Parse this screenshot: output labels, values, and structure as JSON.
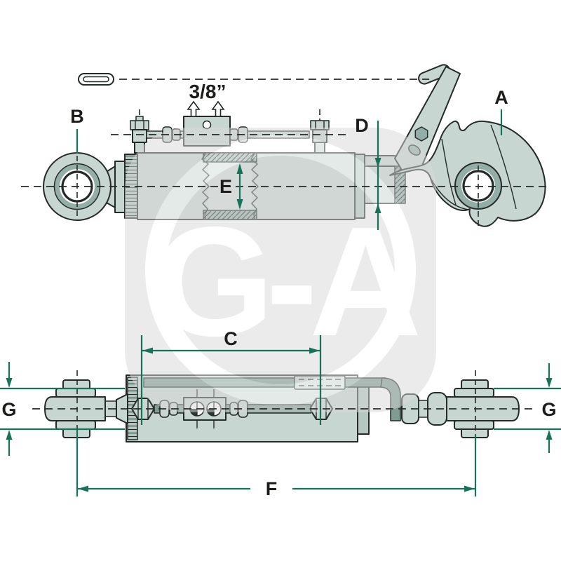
{
  "watermark": {
    "text": "G-A"
  },
  "top_view": {
    "port_size_label": "3/8”",
    "labels": {
      "a": "A",
      "b": "B",
      "d": "D",
      "e": "E"
    }
  },
  "bottom_view": {
    "labels": {
      "c": "C",
      "f": "F",
      "g_left": "G",
      "g_right": "G"
    }
  },
  "colors": {
    "part_fill": "#c8d6d1",
    "part_mid": "#b4c7c1",
    "part_dark": "#93aea7",
    "tube": "#7f9b94",
    "outline": "#232a27",
    "dimension": "#17725a",
    "label_text": "#1c1c1a",
    "watermark_square": "#d9d9d9",
    "watermark_text": "#ffffff",
    "background": "#ffffff"
  }
}
